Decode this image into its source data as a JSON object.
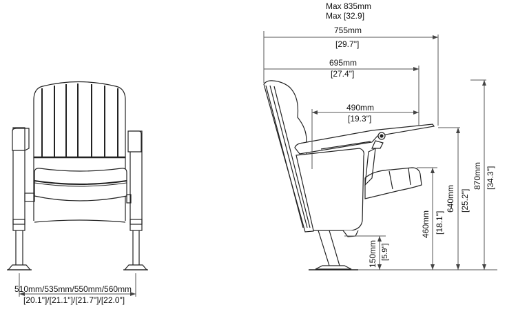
{
  "drawing": {
    "title": "Auditorium seat dimension drawing",
    "views": [
      "front-view",
      "side-view"
    ],
    "line_color": "#222222",
    "dimension_color": "#555555"
  },
  "dimensions": {
    "max_depth": {
      "mm": "Max 835mm",
      "inch": "Max [32.9]"
    },
    "depth_open": {
      "mm": "755mm",
      "inch": "[29.7\"]"
    },
    "depth_armrest": {
      "mm": "695mm",
      "inch": "[27.4\"]"
    },
    "depth_closed": {
      "mm": "490mm",
      "inch": "[19.3\"]"
    },
    "seat_height": {
      "mm": "460mm",
      "inch": "[18.1\"]"
    },
    "armrest_height": {
      "mm": "640mm",
      "inch": "[25.2\"]"
    },
    "overall_height": {
      "mm": "870mm",
      "inch": "[34.3\"]"
    },
    "ground_clearance": {
      "mm": "150mm",
      "inch": "[5.9\"]"
    },
    "seat_widths": {
      "mm": "510mm/535mm/550mm/560mm",
      "inch": "[20.1\"]/[21.1\"]/[21.7\"]/[22.0\"]"
    }
  }
}
